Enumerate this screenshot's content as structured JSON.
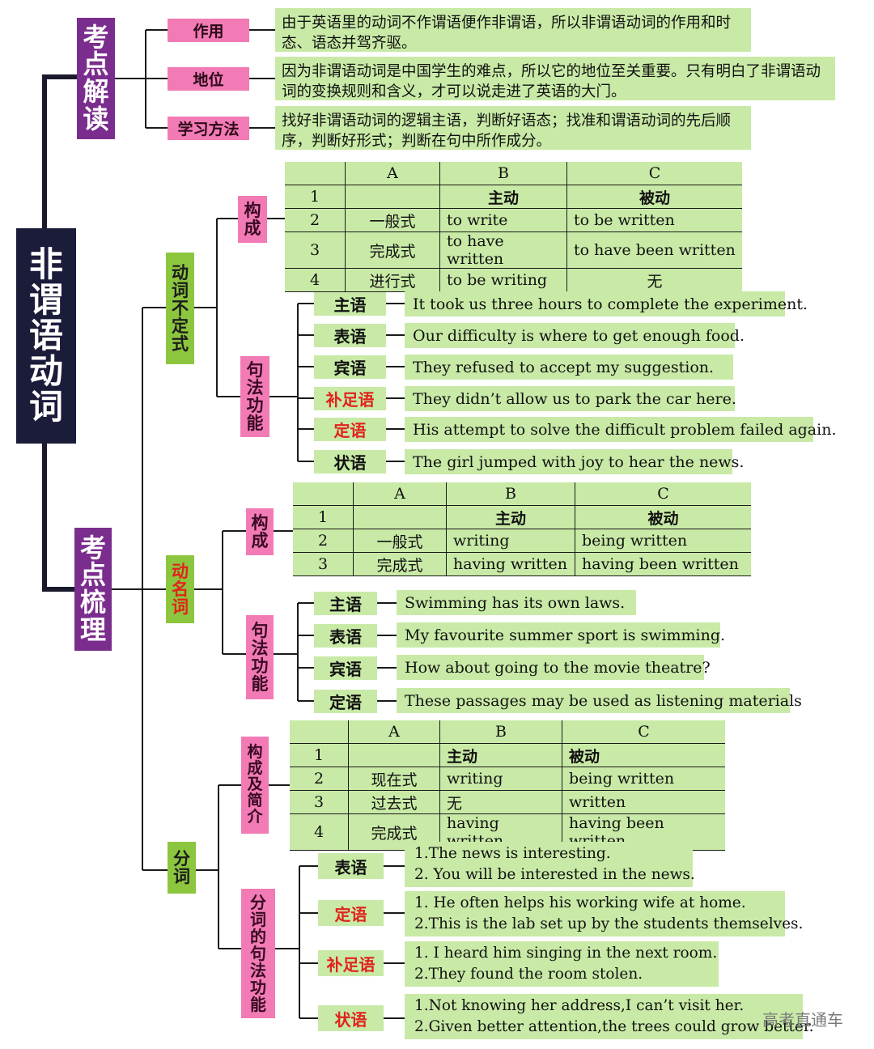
{
  "root_title": [
    "非",
    "谓",
    "语",
    "动",
    "词"
  ],
  "section1": {
    "title": [
      "考",
      "点",
      "解",
      "读"
    ],
    "items": [
      {
        "tag": "作用",
        "text": "由于英语里的动词不作谓语便作非谓语，所以非谓语动词的作用和时态、语态并驾齐驱。"
      },
      {
        "tag": "地位",
        "text": "因为非谓语动词是中国学生的难点，所以它的地位至关重要。只有明白了非谓语动词的变换规则和含义，才可以说走进了英语的大门。"
      },
      {
        "tag": "学习方法",
        "text": "找好非谓语动词的逻辑主语，判断好语态；找准和谓语动词的先后顺序，判断好形式；判断在句中所作成分。"
      }
    ]
  },
  "section2": {
    "title": [
      "考",
      "点",
      "梳",
      "理"
    ],
    "infinitive": {
      "title": [
        "动",
        "词",
        "不",
        "定",
        "式"
      ],
      "form_title": [
        "构",
        "成"
      ],
      "table": {
        "header": [
          "",
          "A",
          "B",
          "C"
        ],
        "rows": [
          [
            "1",
            "",
            "主动",
            "被动"
          ],
          [
            "2",
            "一般式",
            "to write",
            "to be written"
          ],
          [
            "3",
            "完成式",
            "to have written",
            "to have been written"
          ],
          [
            "4",
            "进行式",
            "to be writing",
            "无"
          ]
        ]
      },
      "func_title": [
        "句",
        "法",
        "功",
        "能"
      ],
      "functions": [
        {
          "label": "主语",
          "example": "It took us three hours to complete the experiment."
        },
        {
          "label": "表语",
          "example": "Our difficulty is where to get enough food."
        },
        {
          "label": "宾语",
          "example": "They refused to accept my suggestion."
        },
        {
          "label": "补足语",
          "example": "They didn’t allow us to park the car here."
        },
        {
          "label": "定语",
          "example": "His attempt to solve the difficult problem failed again."
        },
        {
          "label": "状语",
          "example": "The girl jumped with joy to hear the news."
        }
      ]
    },
    "gerund": {
      "title": [
        "动",
        "名",
        "词"
      ],
      "form_title": [
        "构",
        "成"
      ],
      "table": {
        "header": [
          "",
          "A",
          "B",
          "C"
        ],
        "rows": [
          [
            "1",
            "",
            "主动",
            "被动"
          ],
          [
            "2",
            "一般式",
            "writing",
            "being written"
          ],
          [
            "3",
            "完成式",
            "having written",
            "having been written"
          ]
        ]
      },
      "func_title": [
        "句",
        "法",
        "功",
        "能"
      ],
      "functions": [
        {
          "label": "主语",
          "example": "Swimming has its own laws."
        },
        {
          "label": "表语",
          "example": "My favourite summer sport is swimming."
        },
        {
          "label": "宾语",
          "example": "How about going to the movie theatre?"
        },
        {
          "label": "定语",
          "example": "These passages may be used as listening materials"
        }
      ]
    },
    "participle": {
      "title": [
        "分",
        "词"
      ],
      "form_title": [
        "构",
        "成",
        "及",
        "简",
        "介"
      ],
      "table": {
        "header": [
          "",
          "A",
          "B",
          "C"
        ],
        "rows": [
          [
            "1",
            "",
            "主动",
            "被动"
          ],
          [
            "2",
            "现在式",
            "writing",
            "being written"
          ],
          [
            "3",
            "过去式",
            "无",
            "written"
          ],
          [
            "4",
            "完成式",
            "having written",
            "having been written"
          ]
        ]
      },
      "func_title": [
        "分",
        "词",
        "的",
        "句",
        "法",
        "功",
        "能"
      ],
      "functions": [
        {
          "label": "表语",
          "lines": [
            "1.The news is interesting.",
            "2. You will be interested in the news."
          ]
        },
        {
          "label": "定语",
          "lines": [
            "1. He often helps his working wife at home.",
            "2.This is the lab set up by the students themselves."
          ]
        },
        {
          "label": "补足语",
          "lines": [
            "1. I heard him singing in the next room.",
            "2.They found the room stolen."
          ]
        },
        {
          "label": "状语",
          "lines": [
            "1.Not knowing her address,I can’t visit her.",
            "2.Given better attention,the trees could grow better."
          ]
        }
      ]
    }
  },
  "watermark": "高考直通车",
  "colors": {
    "root": "#1b1b3a",
    "section": "#7b2d8e",
    "tag": "#f27bb5",
    "node": "#8cc63e",
    "cell": "#c8eaa6",
    "highlight": "#e0231d"
  }
}
